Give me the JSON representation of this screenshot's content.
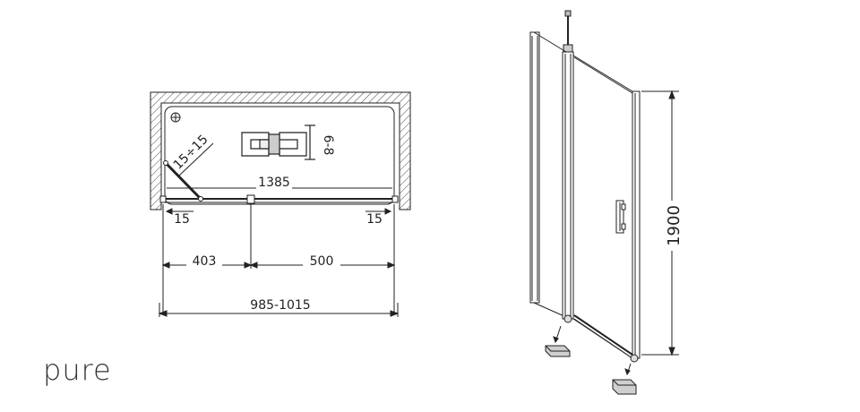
{
  "brand": "pure",
  "plan": {
    "diagonal": "15÷15",
    "bath_length": "1385",
    "profile_adjust": "6-8",
    "offset_left": "15",
    "offset_right": "15",
    "segment_left": "403",
    "segment_right": "500",
    "total_width": "985-1015"
  },
  "elevation": {
    "height": "1900"
  },
  "colors": {
    "line": "#222222",
    "hatch": "#444444",
    "glass": "#d0d3d6",
    "part": "#cfcfcf"
  }
}
